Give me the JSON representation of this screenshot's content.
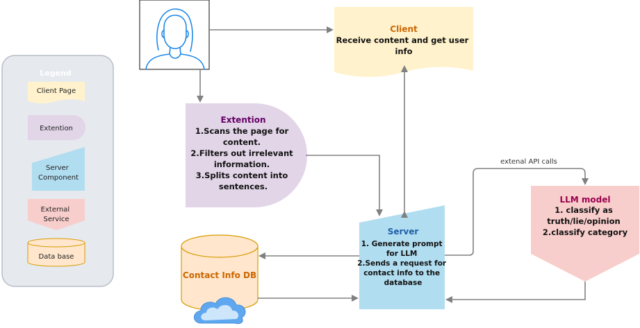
{
  "legend": {
    "title": "Legend",
    "items": [
      {
        "label": "Client Page"
      },
      {
        "label": "Extention"
      },
      {
        "label_lines": [
          "Server",
          "Component"
        ]
      },
      {
        "label_lines": [
          "External",
          "Service"
        ]
      },
      {
        "label": "Data base"
      }
    ]
  },
  "client": {
    "title": "Client",
    "lines": [
      "Receive content and get user",
      "info"
    ]
  },
  "extension": {
    "title": "Extention",
    "lines": [
      "1.Scans the page for",
      "content.",
      "2.Filters out irrelevant",
      "information.",
      "3.Splits content into",
      "sentences."
    ]
  },
  "server": {
    "title": "Server",
    "lines": [
      "1. Generate prompt",
      "for LLM",
      "",
      "2.Sends a request for",
      "contact info to the",
      "database"
    ]
  },
  "llm": {
    "title": "LLM model",
    "lines": [
      "1. classify as",
      "truth/lie/opinion",
      "",
      "2.classify category"
    ]
  },
  "db": {
    "title": "Contact Info DB"
  },
  "edges": {
    "api_label": "extenal API calls"
  },
  "colors": {
    "client_fill": "#fff2cc",
    "client_title": "#cc6600",
    "extension_fill": "#e1d5e7",
    "extension_title": "#660066",
    "server_fill": "#b1ddf0",
    "server_title": "#1f5fa8",
    "llm_fill": "#f8cecc",
    "llm_title": "#99004d",
    "db_fill": "#ffe6cc",
    "db_stroke": "#d79b00",
    "db_title": "#cc6600",
    "legend_fill": "#e6e9ee",
    "legend_stroke": "#b8bec8",
    "arrow": "#808080"
  },
  "icons": {
    "user": "user-avatar-icon",
    "cloud": "cloud-icon"
  }
}
